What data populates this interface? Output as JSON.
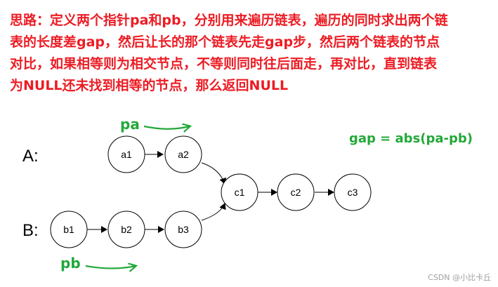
{
  "description_lines": [
    "思路：定义两个指针pa和pb，分别用来遍历链表，遍历的同时求出两个链",
    "表的长度差gap，然后让长的那个链表先走gap步，然后两个链表的节点",
    "对比，如果相等则为相交节点，不等则同时往后面走，再对比，直到链表",
    "为NULL还未找到相等的节点，那么返回NULL"
  ],
  "list_a_label": "A:",
  "list_b_label": "B:",
  "nodes": {
    "a1": "a1",
    "a2": "a2",
    "b1": "b1",
    "b2": "b2",
    "b3": "b3",
    "c1": "c1",
    "c2": "c2",
    "c3": "c3"
  },
  "pointer_a_label": "pa",
  "pointer_b_label": "pb",
  "formula": "gap = abs(pa-pb)",
  "watermark": "CSDN @小比卡丘",
  "colors": {
    "text_red": "#ec1c24",
    "green": "#22a839",
    "node_stroke": "#000000"
  }
}
